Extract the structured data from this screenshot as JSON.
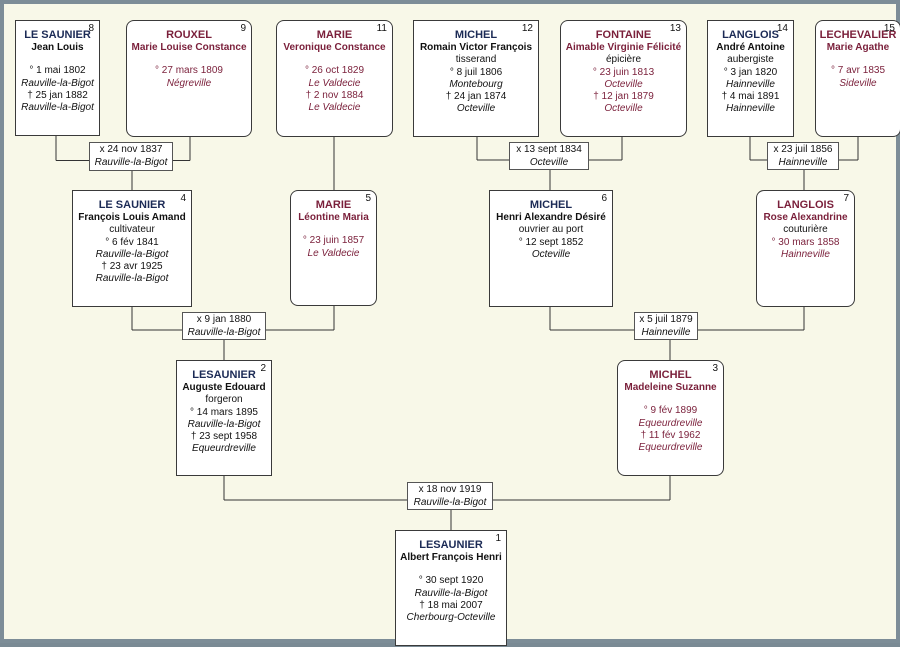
{
  "persons": [
    {
      "id": "p8",
      "num": "8",
      "surname": "LE SAUNIER",
      "given": "Jean Louis",
      "occupation": "",
      "birth_date": "° 1 mai 1802",
      "birth_place": "Rauville-la-Bigot",
      "death_date": "† 25 jan 1882",
      "death_place": "Rauville-la-Bigot",
      "sex": "M"
    },
    {
      "id": "p9",
      "num": "9",
      "surname": "ROUXEL",
      "given": "Marie Louise Constance",
      "occupation": "",
      "birth_date": "° 27 mars 1809",
      "birth_place": "Négreville",
      "death_date": "",
      "death_place": "",
      "sex": "F"
    },
    {
      "id": "p11",
      "num": "11",
      "surname": "MARIE",
      "given": "Veronique Constance",
      "occupation": "",
      "birth_date": "° 26 oct 1829",
      "birth_place": "Le Valdecie",
      "death_date": "† 2 nov 1884",
      "death_place": "Le Valdecie",
      "sex": "F"
    },
    {
      "id": "p12",
      "num": "12",
      "surname": "MICHEL",
      "given": "Romain Victor François",
      "occupation": "tisserand",
      "birth_date": "° 8 juil 1806",
      "birth_place": "Montebourg",
      "death_date": "† 24 jan 1874",
      "death_place": "Octeville",
      "sex": "M"
    },
    {
      "id": "p13",
      "num": "13",
      "surname": "FONTAINE",
      "given": "Aimable Virginie Félicité",
      "occupation": "épicière",
      "birth_date": "° 23 juin 1813",
      "birth_place": "Octeville",
      "death_date": "† 12 jan 1879",
      "death_place": "Octeville",
      "sex": "F"
    },
    {
      "id": "p14",
      "num": "14",
      "surname": "LANGLOIS",
      "given": "André Antoine",
      "occupation": "aubergiste",
      "birth_date": "° 3 jan 1820",
      "birth_place": "Hainneville",
      "death_date": "† 4 mai 1891",
      "death_place": "Hainneville",
      "sex": "M"
    },
    {
      "id": "p15",
      "num": "15",
      "surname": "LECHEVALIER",
      "given": "Marie Agathe",
      "occupation": "",
      "birth_date": "° 7 avr 1835",
      "birth_place": "Sideville",
      "death_date": "",
      "death_place": "",
      "sex": "F"
    },
    {
      "id": "p4",
      "num": "4",
      "surname": "LE SAUNIER",
      "given": "François Louis Amand",
      "occupation": "cultivateur",
      "birth_date": "° 6 fév 1841",
      "birth_place": "Rauville-la-Bigot",
      "death_date": "† 23 avr 1925",
      "death_place": "Rauville-la-Bigot",
      "sex": "M"
    },
    {
      "id": "p5",
      "num": "5",
      "surname": "MARIE",
      "given": "Léontine Maria",
      "occupation": "",
      "birth_date": "° 23 juin 1857",
      "birth_place": "Le Valdecie",
      "death_date": "",
      "death_place": "",
      "sex": "F"
    },
    {
      "id": "p6",
      "num": "6",
      "surname": "MICHEL",
      "given": "Henri Alexandre Désiré",
      "occupation": "ouvrier au port",
      "birth_date": "° 12 sept 1852",
      "birth_place": "Octeville",
      "death_date": "",
      "death_place": "",
      "sex": "M"
    },
    {
      "id": "p7",
      "num": "7",
      "surname": "LANGLOIS",
      "given": "Rose Alexandrine",
      "occupation": "couturière",
      "birth_date": "° 30 mars 1858",
      "birth_place": "Hainneville",
      "death_date": "",
      "death_place": "",
      "sex": "F"
    },
    {
      "id": "p2",
      "num": "2",
      "surname": "LESAUNIER",
      "given": "Auguste Edouard",
      "occupation": "forgeron",
      "birth_date": "° 14 mars 1895",
      "birth_place": "Rauville-la-Bigot",
      "death_date": "† 23 sept 1958",
      "death_place": "Equeurdreville",
      "sex": "M"
    },
    {
      "id": "p3",
      "num": "3",
      "surname": "MICHEL",
      "given": "Madeleine Suzanne",
      "occupation": "",
      "birth_date": "° 9 fév 1899",
      "birth_place": "Equeurdreville",
      "death_date": "† 11 fév 1962",
      "death_place": "Equeurdreville",
      "sex": "F"
    },
    {
      "id": "p1",
      "num": "1",
      "surname": "LESAUNIER",
      "given": "Albert François Henri",
      "occupation": "",
      "birth_date": "° 30 sept 1920",
      "birth_place": "Rauville-la-Bigot",
      "death_date": "† 18 mai 2007",
      "death_place": "Cherbourg-Octeville",
      "sex": "M"
    }
  ],
  "marriages": [
    {
      "id": "m8",
      "date": "x 24 nov 1837",
      "place": "Rauville-la-Bigot"
    },
    {
      "id": "m12",
      "date": "x 13 sept 1834",
      "place": "Octeville"
    },
    {
      "id": "m14",
      "date": "x 23 juil 1856",
      "place": "Hainneville"
    },
    {
      "id": "m4",
      "date": "x 9 jan 1880",
      "place": "Rauville-la-Bigot"
    },
    {
      "id": "m6",
      "date": "x 5 juil 1879",
      "place": "Hainneville"
    },
    {
      "id": "m2",
      "date": "x 18 nov 1919",
      "place": "Rauville-la-Bigot"
    }
  ]
}
